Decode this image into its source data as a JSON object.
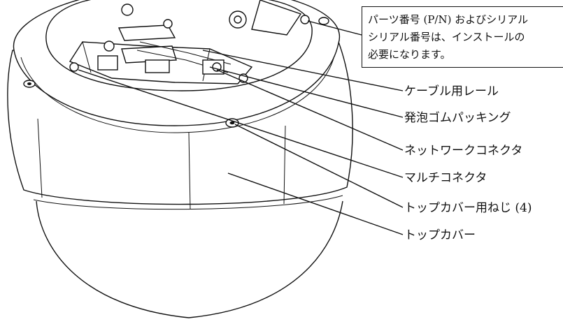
{
  "callout": {
    "line1": "パーツ番号 (P/N) およびシリアル",
    "line2": "シリアル番号は、インストールの",
    "line3": "必要になります。"
  },
  "labels": [
    "ケーブル用レール",
    "発泡ゴムパッキング",
    "ネットワークコネクタ",
    "マルチコネクタ",
    "トップカバー用ねじ (4)",
    "トップカバー"
  ],
  "colors": {
    "line": "#111111",
    "background": "#ffffff"
  }
}
